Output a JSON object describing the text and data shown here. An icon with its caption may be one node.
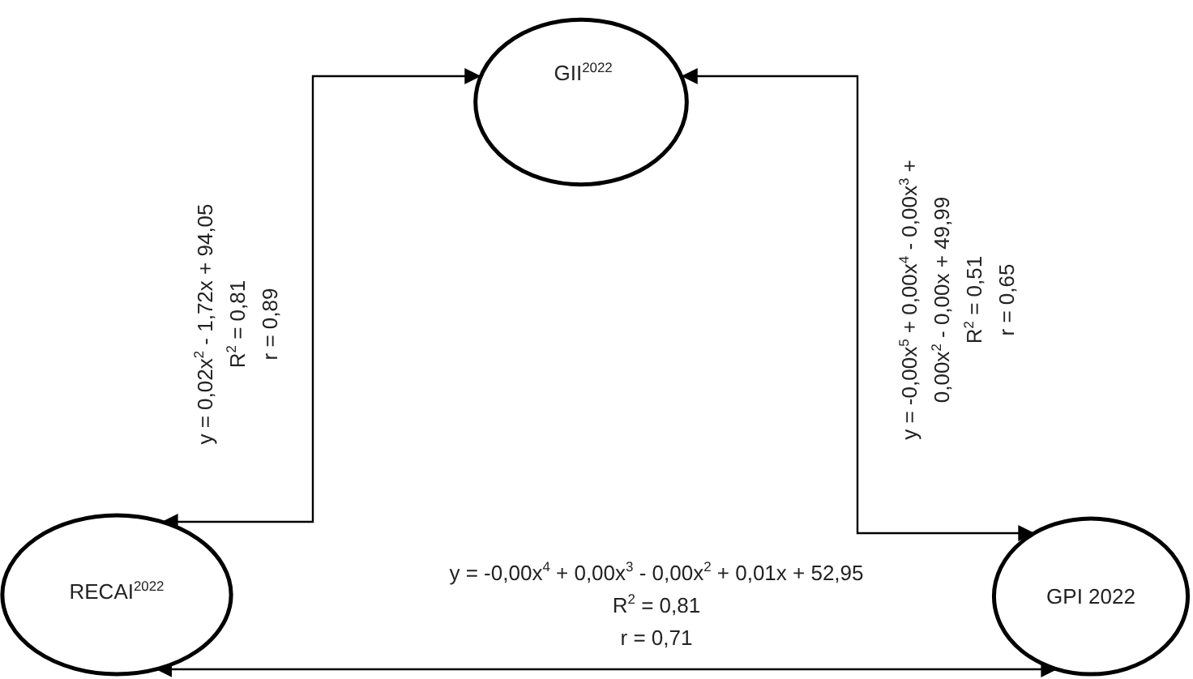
{
  "diagram": {
    "nodes": [
      {
        "text": [
          "GII$^{2022}$"
        ]
      },
      {
        "text": [
          "RECAI$^{2022}$"
        ]
      },
      {
        "text": [
          "GPI 2022"
        ]
      }
    ],
    "edges": [
      {
        "from": 1,
        "to": 0,
        "arrow": "both",
        "label": "y = 0,02x$^{2}$ - 1,72x + 94,05 R$^{2}$ = 0,81 r = 0,89"
      },
      {
        "from": 0,
        "to": 2,
        "arrow": "both",
        "label": "y = -0,00x$^{5}$ + 0,00x$^{4}$ - 0,00x$^{3}$ + 0,00x$^{2}$ - 0,00x + 49,99 R$^{2}$ = 0,51 r = 0,65"
      },
      {
        "from": 1,
        "to": 2,
        "arrow": "both",
        "label": "y = -0,00x$^{4}$ + 0,00x$^{3}$ - 0,00x$^{2}$ + 0,01x + 52,95 R$^{2}$ = 0,81 r = 0,71"
      }
    ]
  }
}
